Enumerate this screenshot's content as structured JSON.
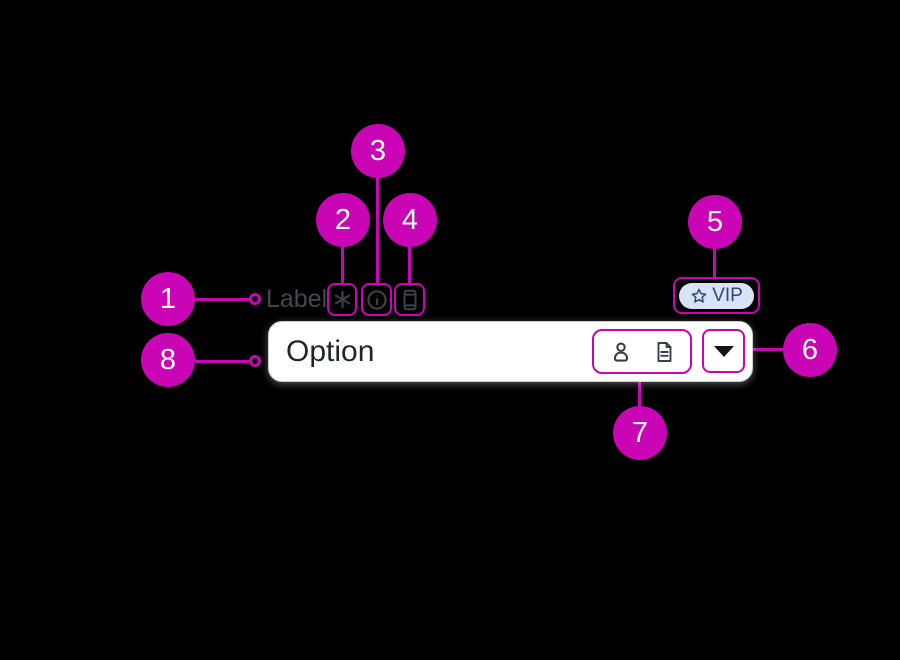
{
  "colors": {
    "accent": "#C905B5",
    "background": "#000000",
    "label_text": "#414A51",
    "icon_slate": "#384149",
    "value_text": "#1F262B",
    "field_border": "#C9CCCF",
    "field_bg": "#FFFFFF",
    "badge_bg": "#D9E3F8",
    "badge_text": "#33486E",
    "caret": "#121619"
  },
  "callouts": [
    {
      "number": "1",
      "points_to": "label"
    },
    {
      "number": "2",
      "points_to": "required-asterisk-icon"
    },
    {
      "number": "3",
      "points_to": "info-icon"
    },
    {
      "number": "4",
      "points_to": "mobile-icon"
    },
    {
      "number": "5",
      "points_to": "vip-badge"
    },
    {
      "number": "6",
      "points_to": "caret-down-icon"
    },
    {
      "number": "7",
      "points_to": "trailing-icons"
    },
    {
      "number": "8",
      "points_to": "select-field"
    }
  ],
  "field": {
    "label": "Label",
    "value": "Option",
    "label_icons": [
      "required-asterisk-icon",
      "info-icon",
      "mobile-icon"
    ],
    "trailing_icons": [
      "user-icon",
      "document-icon"
    ],
    "dropdown_icon": "caret-down-icon"
  },
  "badge": {
    "icon": "star-icon",
    "text": "VIP"
  }
}
